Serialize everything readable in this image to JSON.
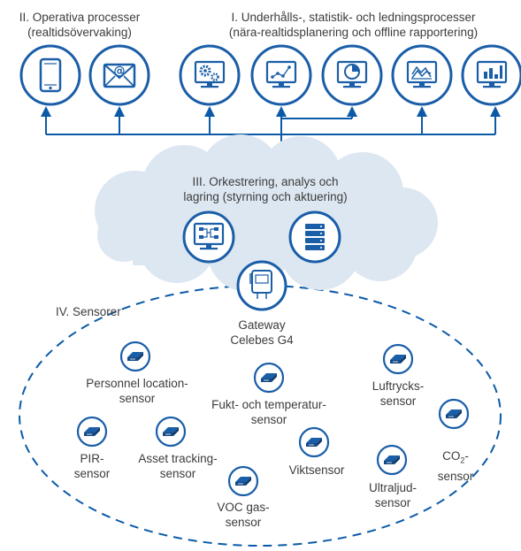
{
  "colors": {
    "primary": "#0b5aa8",
    "icon_blue": "#1a5ea8",
    "cloud_fill": "#dde7f1",
    "text": "#3c3c3c"
  },
  "section_ii": {
    "title": "II. Operativa processer",
    "subtitle": "(realtidsövervaking)",
    "icons": [
      "smartphone-icon",
      "email-envelope-icon"
    ]
  },
  "section_i": {
    "title": "I. Underhålls-, statistik- och ledningsprocesser",
    "subtitle": "(nära-realtidsplanering och offline rapportering)",
    "icons": [
      "gears-monitor-icon",
      "line-graph-monitor-icon",
      "pie-chart-monitor-icon",
      "area-chart-monitor-icon",
      "bar-chart-monitor-icon"
    ]
  },
  "section_iii": {
    "title": "III. Orkestrering, analys och",
    "subtitle": "lagring (styrning och aktuering)",
    "icons": [
      "workflow-monitor-icon",
      "server-rack-icon"
    ]
  },
  "section_iv": {
    "title": "IV. Sensorer"
  },
  "gateway": {
    "line1": "Gateway",
    "line2": "Celebes G4"
  },
  "sensors": [
    {
      "name": "personnel-location-sensor",
      "label": "Personnel location-\nsensor"
    },
    {
      "name": "pir-sensor",
      "label": "PIR-\nsensor"
    },
    {
      "name": "asset-tracking-sensor",
      "label": "Asset tracking-\nsensor"
    },
    {
      "name": "humidity-temperature-sensor",
      "label": "Fukt- och temperatur-\nsensor"
    },
    {
      "name": "voc-gas-sensor",
      "label": "VOC gas-\nsensor"
    },
    {
      "name": "weight-sensor",
      "label": "Viktsensor"
    },
    {
      "name": "air-pressure-sensor",
      "label": "Luftrycks-\nsensor"
    },
    {
      "name": "ultrasound-sensor",
      "label": "Ultraljud-\nsensor"
    }
  ],
  "co2_sensor": {
    "prefix": "CO",
    "subscript": "2",
    "suffix": "-",
    "line2": "sensor"
  }
}
